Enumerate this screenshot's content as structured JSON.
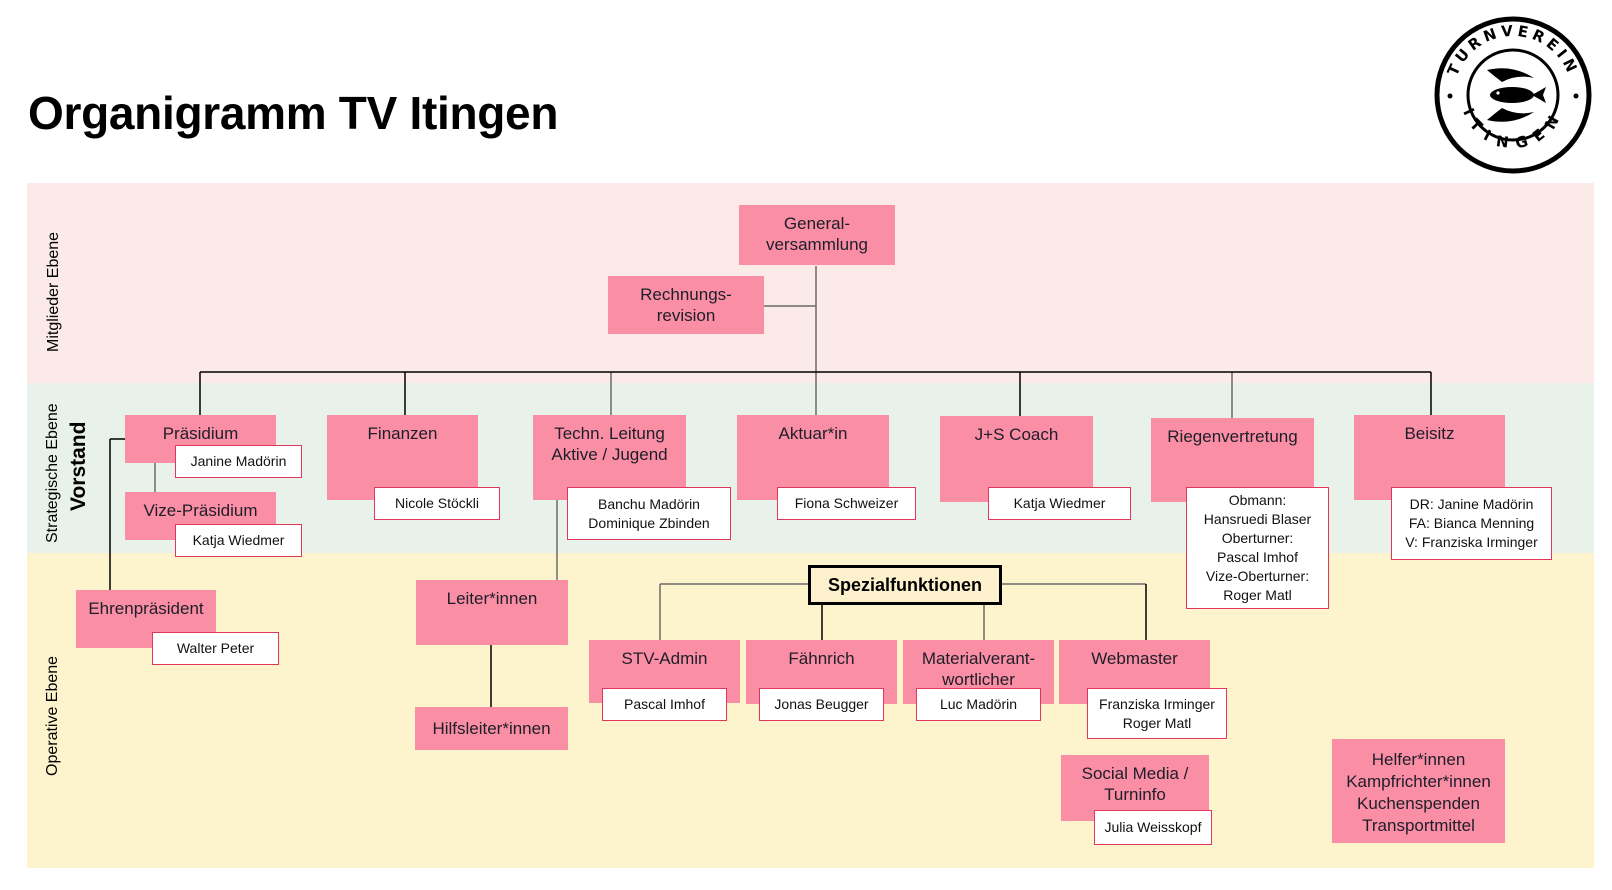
{
  "title": "Organigramm TV Itingen",
  "logo": {
    "ring_text_top": "TURNVEREIN",
    "ring_text_bottom": "ITINGEN",
    "icon": "swallow-fish-emblem-icon"
  },
  "levels": {
    "members": "Mitglieder Ebene",
    "strategic": "Strategische Ebene",
    "strategic_sub": "Vorstand",
    "operative": "Operative Ebene"
  },
  "members": {
    "general_assembly": [
      "General-",
      "versammlung"
    ],
    "audit": [
      "Rechnungs-",
      "revision"
    ]
  },
  "board": [
    {
      "role": [
        "Präsidium"
      ],
      "people": [
        "Janine Madörin"
      ]
    },
    {
      "role": [
        "Vize-Präsidium"
      ],
      "people": [
        "Katja Wiedmer"
      ]
    },
    {
      "role": [
        "Finanzen"
      ],
      "people": [
        "Nicole Stöckli"
      ]
    },
    {
      "role": [
        "Techn. Leitung",
        "Aktive / Jugend"
      ],
      "people": [
        "Banchu Madörin",
        "Dominique Zbinden"
      ]
    },
    {
      "role": [
        "Aktuar*in"
      ],
      "people": [
        "Fiona Schweizer"
      ]
    },
    {
      "role": [
        "J+S Coach"
      ],
      "people": [
        "Katja Wiedmer"
      ]
    },
    {
      "role": [
        "Riegenvertretung"
      ],
      "people": [
        "Obmann:",
        "Hansruedi Blaser",
        "Oberturner:",
        "Pascal Imhof",
        "Vize-Oberturner:",
        "Roger Matl"
      ]
    },
    {
      "role": [
        "Beisitz"
      ],
      "people": [
        "DR: Janine Madörin",
        "FA: Bianca Menning",
        "V: Franziska Irminger"
      ]
    }
  ],
  "operative": {
    "honorary_president": {
      "role": "Ehrenpräsident",
      "person": "Walter Peter"
    },
    "leaders": "Leiter*innen",
    "assistant_leaders": "Hilfsleiter*innen",
    "special_functions_title": "Spezialfunktionen",
    "special_functions": [
      {
        "role": [
          "STV-Admin"
        ],
        "people": [
          "Pascal Imhof"
        ]
      },
      {
        "role": [
          "Fähnrich"
        ],
        "people": [
          "Jonas Beugger"
        ]
      },
      {
        "role": [
          "Materialverant-",
          "wortlicher"
        ],
        "people": [
          "Luc Madörin"
        ]
      },
      {
        "role": [
          "Webmaster"
        ],
        "people": [
          "Franziska Irminger",
          "Roger Matl"
        ]
      },
      {
        "role": [
          "Social Media /",
          "Turninfo"
        ],
        "people": [
          "Julia Weisskopf"
        ]
      }
    ],
    "helpers": [
      "Helfer*innen",
      "Kampfrichter*innen",
      "Kuchenspenden",
      "Transportmittel"
    ]
  },
  "colors": {
    "box_fill": "#f98ea5",
    "name_border": "#e2365b",
    "members_band": "#fbeae7",
    "strategic_band": "#e8f2ea",
    "operative_band": "#fdf3cc"
  }
}
